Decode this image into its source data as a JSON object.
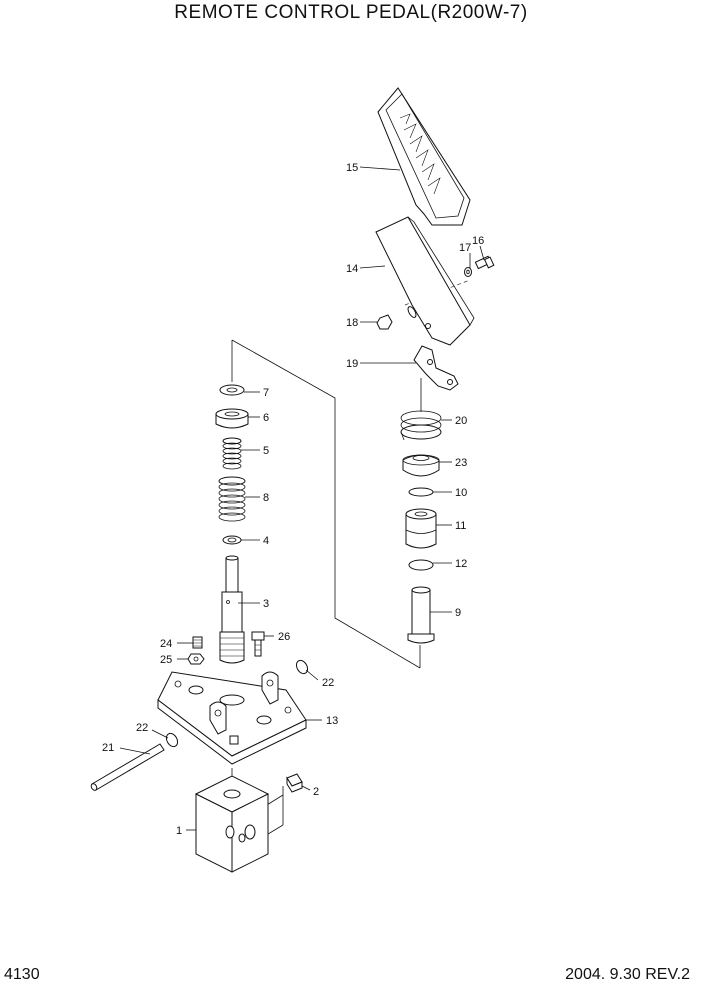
{
  "header": {
    "title": "REMOTE CONTROL PEDAL(R200W-7)"
  },
  "footer": {
    "page": "4130",
    "revision": "2004. 9.30 REV.2"
  },
  "callouts": {
    "c1": "1",
    "c2": "2",
    "c3": "3",
    "c4": "4",
    "c5": "5",
    "c6": "6",
    "c7": "7",
    "c8": "8",
    "c9": "9",
    "c10": "10",
    "c11": "11",
    "c12": "12",
    "c13": "13",
    "c14": "14",
    "c15": "15",
    "c16": "16",
    "c17": "17",
    "c18": "18",
    "c19": "19",
    "c20": "20",
    "c21": "21",
    "c22a": "22",
    "c22b": "22",
    "c23": "23",
    "c24": "24",
    "c25": "25",
    "c26": "26"
  }
}
